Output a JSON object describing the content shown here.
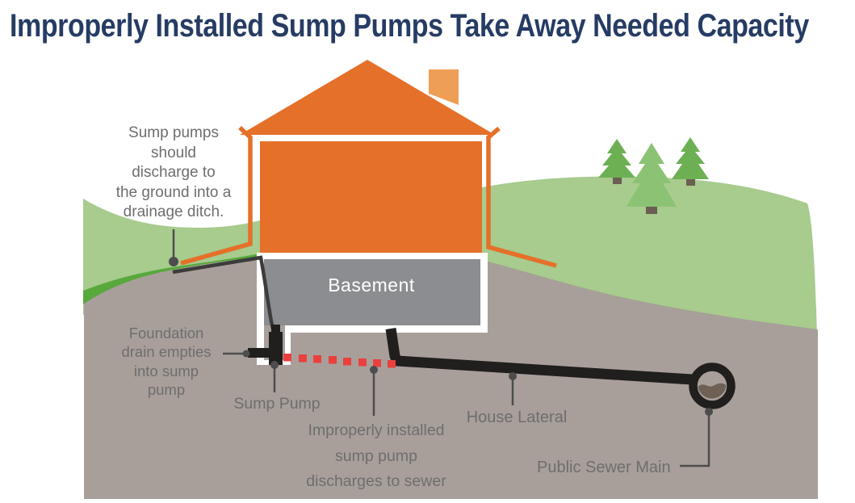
{
  "title": "Improperly Installed Sump Pumps Take Away Needed Capacity",
  "colors": {
    "title_navy": "#263C64",
    "label_gray": "#6E6E6E",
    "leader_gray": "#4D4D4D",
    "house_orange": "#E4702A",
    "chimney_orange": "#EF9E56",
    "grass_light": "#A8CB8E",
    "grass_dark": "#58A83C",
    "tree_green": "#6DB054",
    "tree_green_light": "#8CC274",
    "trunk_brown": "#6B5E52",
    "ground_gray": "#A89F9A",
    "basement_gray": "#8B8D90",
    "pipe_black": "#211E1E",
    "improper_red": "#E9403E",
    "sewage_brown": "#6E6054",
    "background": "#FFFFFF"
  },
  "labels": {
    "discharge_note": "Sump pumps\nshould\ndischarge to\nthe ground into a\ndrainage ditch.",
    "foundation_drain": "Foundation\ndrain empties\ninto sump\npump",
    "sump_pump": "Sump Pump",
    "improper_install": "Improperly installed\nsump pump\ndischarges to sewer",
    "house_lateral": "House Lateral",
    "public_sewer_main": "Public Sewer Main",
    "basement": "Basement"
  }
}
